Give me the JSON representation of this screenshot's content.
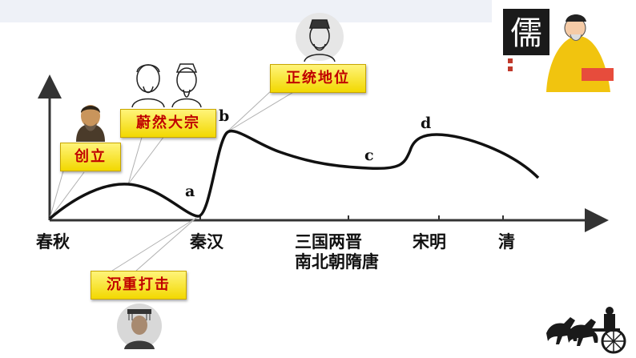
{
  "x_axis_labels": {
    "chunqiu": "春秋",
    "qinhan": "秦汉",
    "sanguo_line1": "三国两晋",
    "sanguo_line2": "南北朝隋唐",
    "songming": "宋明",
    "qing": "清"
  },
  "curve_points": {
    "a": "a",
    "b": "b",
    "c": "c",
    "d": "d"
  },
  "callouts": {
    "chuangli": "创立",
    "weiran_dazong": "蔚然大宗",
    "zhengtong_diwei": "正统地位",
    "chenzhong_daji": "沉重打击"
  },
  "logo_text": "儒",
  "colors": {
    "callout_fill": "#f2d800",
    "callout_text": "#c00000",
    "axis": "#333333",
    "curve": "#111111",
    "leader_lines": "#aaaaaa"
  },
  "icons": [
    "confucius-portrait-icon",
    "scholars-portrait-icon",
    "dong-zhongshu-portrait-icon",
    "emperor-portrait-icon",
    "confucian-sage-logo-icon",
    "chariot-icon"
  ]
}
